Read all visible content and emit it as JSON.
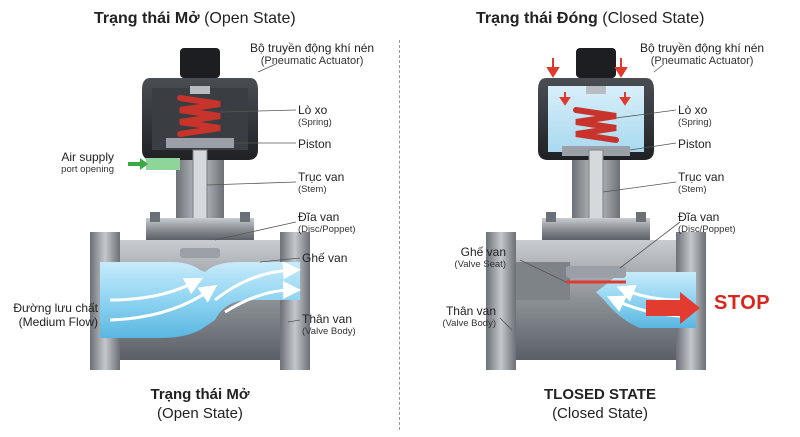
{
  "left": {
    "title_vi": "Trạng thái Mở",
    "title_en": "(Open State)",
    "labels": {
      "actuator_vi": "Bộ truyền động khí nén",
      "actuator_en": "(Pneumatic Actuator)",
      "spring_vi": "Lò xo",
      "spring_en": "(Spring)",
      "piston": "Piston",
      "air_supply": "Air supply",
      "port_opening": "port opening",
      "stem_vi": "Trục van",
      "stem_en": "(Stem)",
      "disc_vi": "Đĩa van",
      "disc_en": "(Disc/Poppet)",
      "seat_vi": "Ghế van",
      "flow_vi": "Đường lưu chất",
      "flow_en": "(Medium Flow)",
      "body_vi": "Thân van",
      "body_en": "(Valve Body)"
    },
    "bottom_vi": "Trạng thái Mở",
    "bottom_en": "(Open State)"
  },
  "right": {
    "title_vi": "Trạng thái Đóng",
    "title_en": "(Closed State)",
    "labels": {
      "actuator_vi": "Bộ truyền động khí nén",
      "actuator_en": "(Pneumatic Actuator)",
      "spring_vi": "Lò xo",
      "spring_en": "(Spring)",
      "piston": "Piston",
      "stem_vi": "Trục van",
      "stem_en": "(Stem)",
      "disc_vi": "Đĩa van",
      "disc_en": "(Disc/Poppet)",
      "seat_vi": "Ghế van",
      "seat_en": "(Valve Seat)",
      "body_vi": "Thân van",
      "body_en": "(Valve Body)"
    },
    "bottom_en_caps": "TLOSED STATE",
    "bottom_en": "(Closed State)",
    "stop": "STOP"
  },
  "colors": {
    "metal": "#8c9196",
    "metal_dark": "#5b6066",
    "actuator": "#2f3236",
    "spring": "#c8332b",
    "fluid": "#8fd4f2",
    "air_arrow": "#3aa845",
    "pressure_arrow": "#e03a2e",
    "stop_arrow": "#e23b2f"
  }
}
